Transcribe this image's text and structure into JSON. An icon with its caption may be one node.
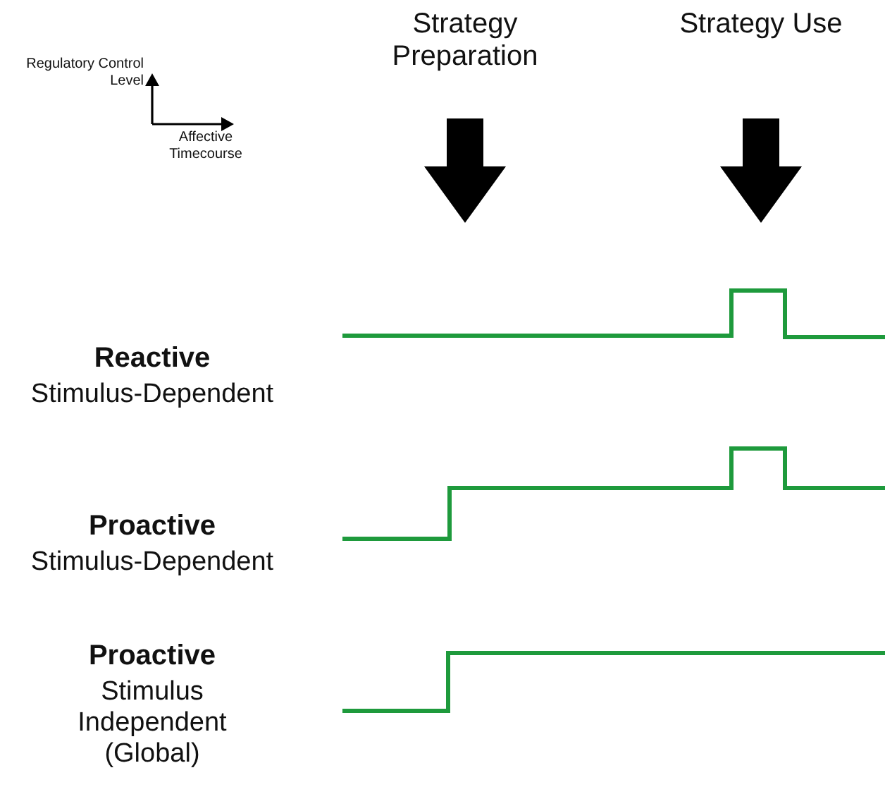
{
  "diagram": {
    "labels": [
      "Regulatory Control Level",
      "Affective Timecourse",
      "Strategy Preparation",
      "Strategy Use",
      "Reactive",
      "Stimulus-Dependent",
      "Proactive",
      "Stimulus-Dependent",
      "Proactive",
      "Stimulus Independent (Global)"
    ]
  }
}
